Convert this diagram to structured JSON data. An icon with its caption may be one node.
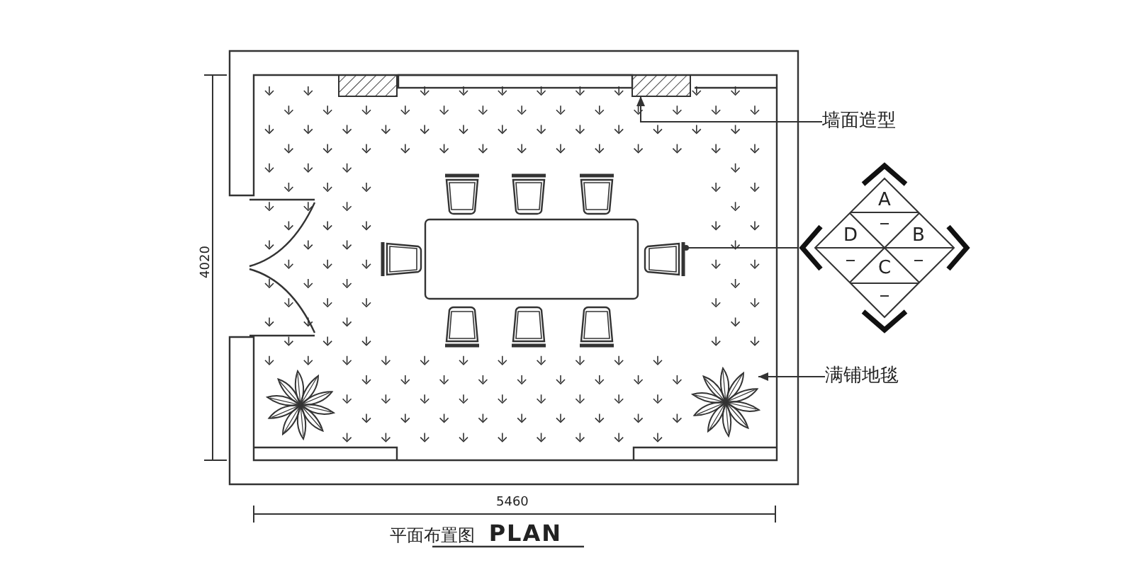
{
  "diagram": {
    "caption": "平面布置图 **PLAN**",
    "nodes": [
      {
        "text": [
          "墙面造型"
        ]
      },
      {
        "text": [
          "A",
          "B",
          "C",
          "D"
        ]
      },
      {
        "text": [
          "满铺地毯"
        ]
      },
      {
        "text": [],
        "shape": "box"
      },
      {
        "text": [],
        "shape": "box"
      },
      {
        "text": [],
        "shape": "picture"
      },
      {
        "text": [],
        "shape": "picture"
      },
      {
        "text": [],
        "shape": "picture"
      }
    ],
    "edges": [
      {
        "from": 0,
        "to": 4,
        "arrow": "to"
      },
      {
        "from": 1,
        "to": 5,
        "arrow": "other"
      },
      {
        "from": 2,
        "to": 7,
        "arrow": "to"
      }
    ],
    "labels": [
      "4020",
      "5460"
    ]
  }
}
